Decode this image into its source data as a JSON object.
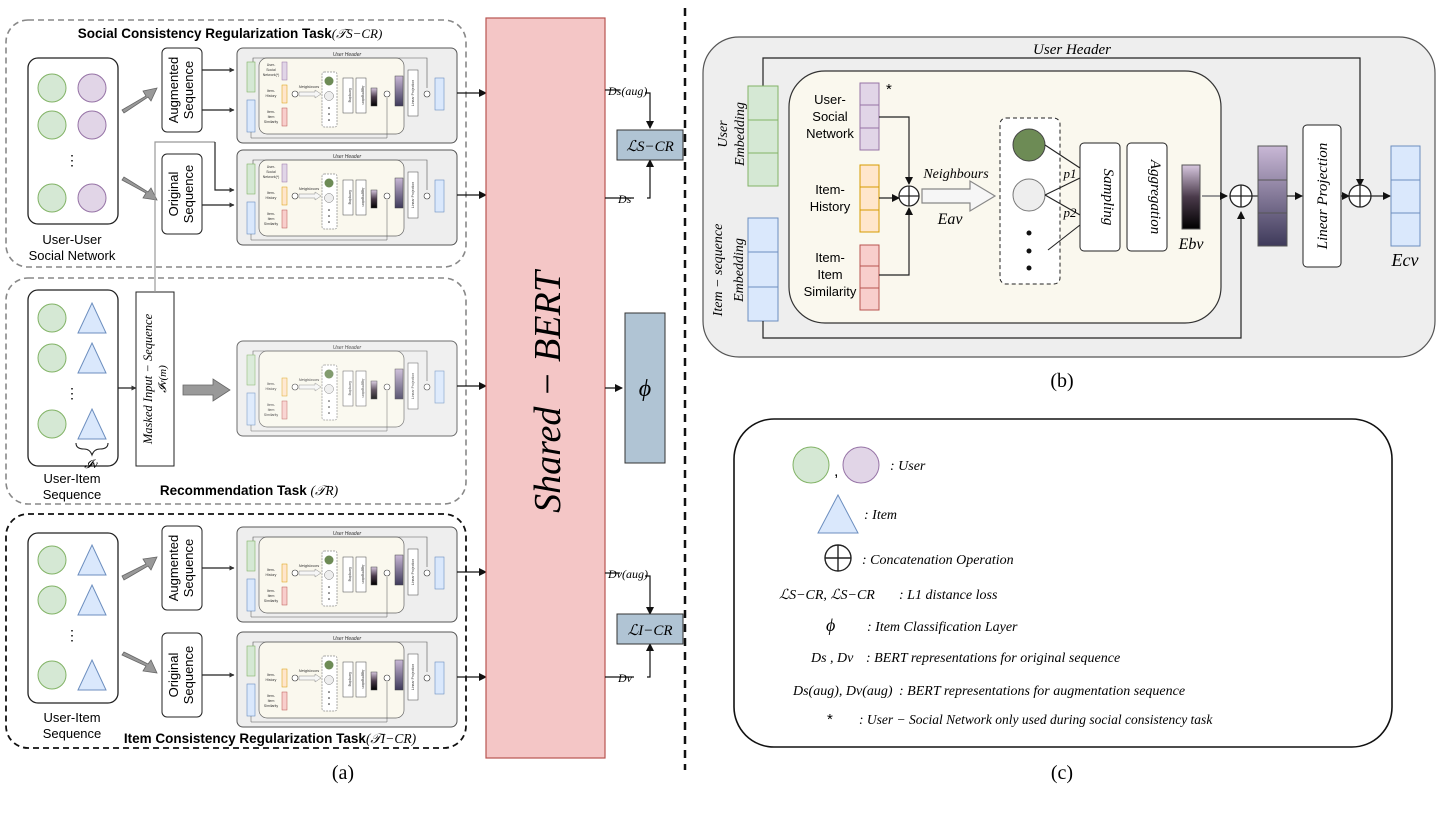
{
  "panel_a": {
    "social_task_title": "Social Consistency Regularization Task",
    "social_task_symbol": "(𝒯S−CR)",
    "recommendation_task_title": "Recommendation Task",
    "recommendation_task_symbol": "(𝒯R)",
    "item_task_title": "Item Consistency Regularization Task",
    "item_task_symbol": "(𝒯I−CR)",
    "user_user_label": [
      "User-User",
      "Social Network"
    ],
    "user_item_label": [
      "User-Item",
      "Sequence"
    ],
    "augmented_sequence": [
      "Augmented",
      "Sequence"
    ],
    "original_sequence": [
      "Original",
      "Sequence"
    ],
    "masked_input": "Masked Input − Sequence",
    "masked_symbol": "𝓘v(m)",
    "iv_label": "𝓘v",
    "ellipsis": "⋮",
    "shared_bert": "Shared − BERT",
    "phi": "ϕ",
    "ds_aug": "Ds(aug)",
    "ds": "Ds",
    "dv_aug": "Dv(aug)",
    "dv": "Dv",
    "loss_scr": "ℒS−CR",
    "loss_icr": "ℒI−CR",
    "caption": "(a)"
  },
  "mini_module": {
    "user_header": "User Header",
    "user_social_network": [
      "User-",
      "Social",
      "Network(*)"
    ],
    "item_history": [
      "Item-",
      "History"
    ],
    "item_item_similarity": [
      "Item-",
      "Item",
      "Similarity"
    ],
    "neighbours": "Neighbours",
    "sampling": "Sampling",
    "aggregation": "Aggregation",
    "linear_projection": "Linear Projection"
  },
  "panel_b": {
    "user_header": "User Header",
    "user_embedding": [
      "User",
      "Embedding"
    ],
    "item_sequence_embedding": [
      "Item − sequence",
      "Embedding"
    ],
    "user_social_network": [
      "User-",
      "Social",
      "Network"
    ],
    "asterisk": "*",
    "item_history": [
      "Item-",
      "History"
    ],
    "item_item_similarity": [
      "Item-",
      "Item",
      "Similarity"
    ],
    "neighbours": "Neighbours",
    "ea": "Eav",
    "p1": "p1",
    "p2": "p2",
    "sampling": "Sampling",
    "aggregation": "Aggregation",
    "eb": "Ebv",
    "linear_projection": "Linear Projection",
    "ec": "Ecv",
    "caption": "(b)"
  },
  "legend": {
    "user": ": User",
    "item": ": Item",
    "concat": ": Concatenation Operation",
    "loss_symbols": "ℒS−CR, ℒS−CR",
    "loss_desc": ": L1 distance loss",
    "phi_symbol": "ϕ",
    "phi_desc": ": Item Classification Layer",
    "d_symbols": "Ds , Dv",
    "d_desc": ": BERT representations for original sequence",
    "daug_symbols": "Ds(aug), Dv(aug)",
    "daug_desc": ": BERT representations for augmentation sequence",
    "star_symbol": "*",
    "star_desc": ": User − Social Network only used during social consistency task",
    "caption": "(c)"
  },
  "colors": {
    "user_green": "#d5e8d4",
    "user_green_stroke": "#82b366",
    "user_purple": "#e1d5e7",
    "user_purple_stroke": "#9673a6",
    "item_blue": "#dae8fc",
    "item_blue_stroke": "#6c8ebf",
    "item_orange": "#ffe6cc",
    "item_orange_stroke": "#d79b00",
    "item_red": "#f8cecc",
    "item_red_stroke": "#b85450",
    "bert_pink": "#f4c6c6",
    "phi_blue": "#b0c4d4",
    "module_bg": "#eeeeee",
    "inner_bg": "#faf8ee"
  }
}
